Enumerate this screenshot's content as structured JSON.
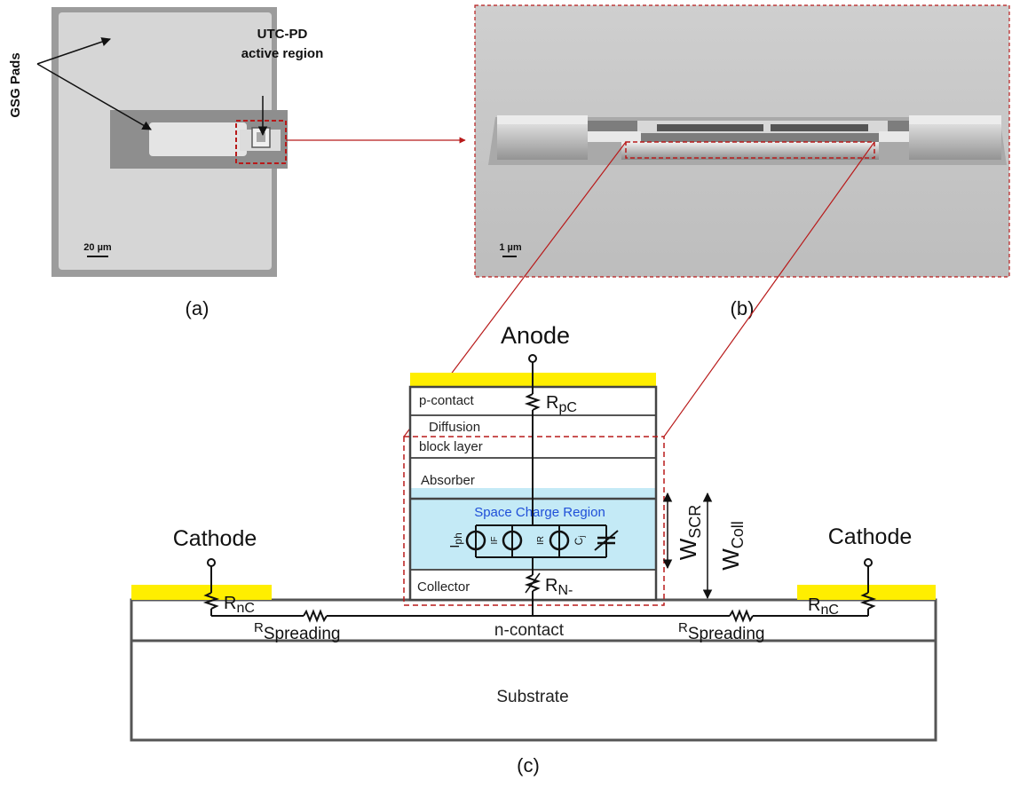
{
  "panel_a": {
    "side_label": "GSG Pads",
    "region_label_line1": "UTC-PD",
    "region_label_line2": "active region",
    "scale_bar": "20 µm",
    "caption": "(a)"
  },
  "panel_b": {
    "scale_bar": "1 µm",
    "caption": "(b)"
  },
  "panel_c": {
    "anode": "Anode",
    "cathode_left": "Cathode",
    "cathode_right": "Cathode",
    "layers": {
      "p_contact": "p-contact",
      "diffusion_line1": "Diffusion",
      "diffusion_line2": "block layer",
      "absorber": "Absorber",
      "space_charge": "Space Charge Region",
      "collector": "Collector",
      "n_contact": "n-contact",
      "substrate": "Substrate"
    },
    "resistors": {
      "rpc_main": "R",
      "rpc_sub": "pC",
      "rn_main": "R",
      "rn_sub": "N-",
      "rnc_left_main": "R",
      "rnc_left_sub": "nC",
      "rnc_right_main": "R",
      "rnc_right_sub": "nC",
      "rspread_left_main": "R",
      "rspread_left_sub": "Spreading",
      "rspread_right_main": "R",
      "rspread_right_sub": "Spreading"
    },
    "sources": {
      "iph_main": "I",
      "iph_sub": "ph",
      "if": "IF",
      "ir": "IR",
      "cj_main": "C",
      "cj_sub": "j"
    },
    "dims": {
      "wscr_main": "W",
      "wscr_sub": "SCR",
      "wcoll_main": "W",
      "wcoll_sub": "Coll"
    },
    "caption": "(c)"
  },
  "colors": {
    "metal": "#ffee00",
    "space_charge_fill": "#c4eaf6",
    "space_charge_text": "#1f4fd8",
    "connector": "#b81a1a",
    "ink": "#1a1a1a"
  }
}
